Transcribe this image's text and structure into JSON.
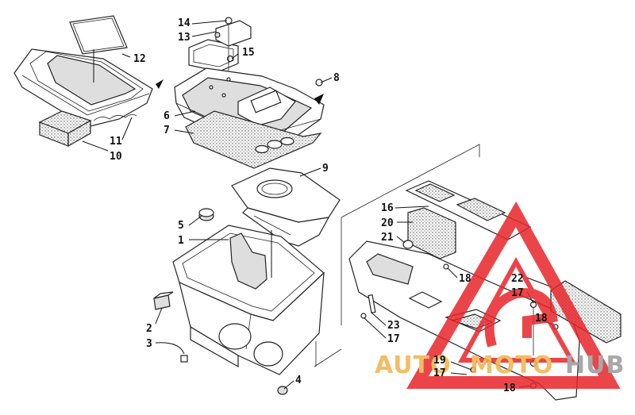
{
  "callouts": [
    {
      "id": "14",
      "label": "14"
    },
    {
      "id": "13",
      "label": "13"
    },
    {
      "id": "15",
      "label": "15"
    },
    {
      "id": "12",
      "label": "12"
    },
    {
      "id": "8",
      "label": "8"
    },
    {
      "id": "6",
      "label": "6"
    },
    {
      "id": "7",
      "label": "7"
    },
    {
      "id": "11",
      "label": "11"
    },
    {
      "id": "10",
      "label": "10"
    },
    {
      "id": "9",
      "label": "9"
    },
    {
      "id": "5",
      "label": "5"
    },
    {
      "id": "1",
      "label": "1"
    },
    {
      "id": "2",
      "label": "2"
    },
    {
      "id": "3",
      "label": "3"
    },
    {
      "id": "4",
      "label": "4"
    },
    {
      "id": "16",
      "label": "16"
    },
    {
      "id": "20",
      "label": "20"
    },
    {
      "id": "21",
      "label": "21"
    },
    {
      "id": "18a",
      "label": "18"
    },
    {
      "id": "22",
      "label": "22"
    },
    {
      "id": "17a",
      "label": "17"
    },
    {
      "id": "18b",
      "label": "18"
    },
    {
      "id": "23",
      "label": "23"
    },
    {
      "id": "17b",
      "label": "17"
    },
    {
      "id": "19",
      "label": "19"
    },
    {
      "id": "17c",
      "label": "17"
    },
    {
      "id": "18c",
      "label": "18"
    }
  ],
  "watermark": {
    "part1": "AUTO",
    "part2": "MOTO",
    "part3": "HUB",
    "color_primary": "#f2b24a",
    "color_secondary": "#9a9a9a",
    "logo_color": "#e8252b"
  }
}
